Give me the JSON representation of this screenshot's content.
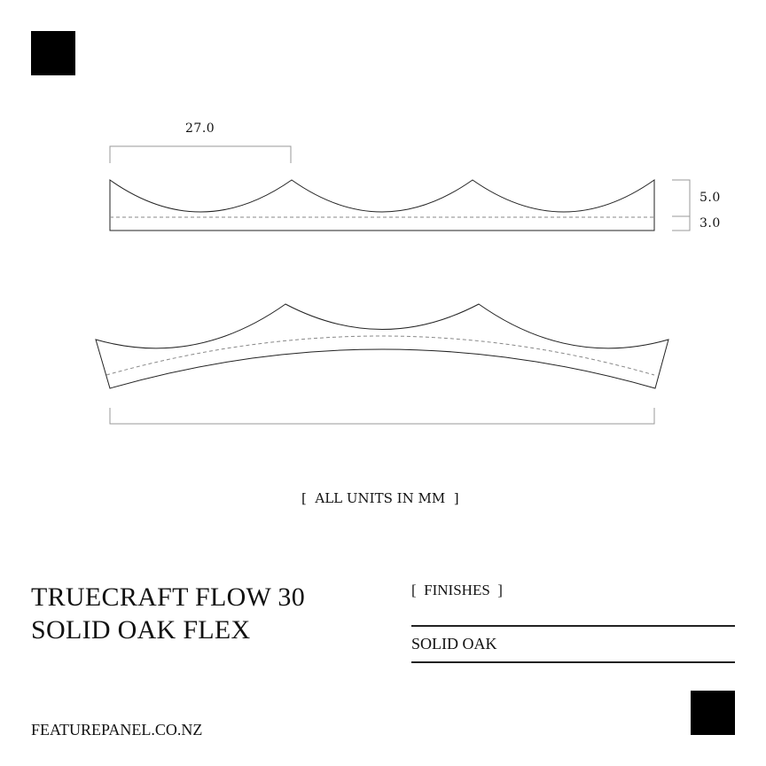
{
  "drawing": {
    "width_label": "27.0",
    "top_height_label": "5.0",
    "base_height_label": "3.0",
    "units_note": "[  ALL UNITS IN MM  ]"
  },
  "product": {
    "title_line1": "TRUECRAFT FLOW 30",
    "title_line2": "SOLID OAK FLEX"
  },
  "finishes": {
    "heading": "[  FINISHES  ]",
    "items": [
      "SOLID OAK"
    ]
  },
  "footer": {
    "website": "FEATUREPANEL.CO.NZ"
  }
}
